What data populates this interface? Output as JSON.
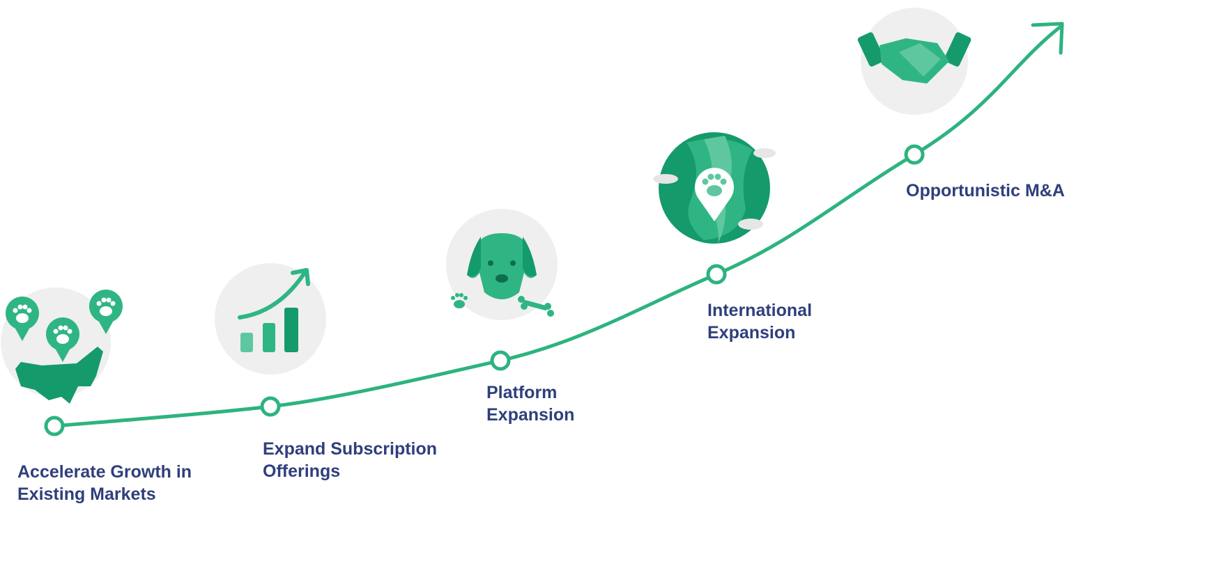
{
  "colors": {
    "line": "#2db37f",
    "dark": "#159a6b",
    "mid": "#2fb583",
    "light": "#5fc7a0",
    "circle": "#efefef",
    "text": "#2f3f7c"
  },
  "steps": [
    {
      "icon": "us-map-paw-pins-icon",
      "lines": [
        "Accelerate Growth in",
        "Existing Markets"
      ]
    },
    {
      "icon": "growth-chart-icon",
      "lines": [
        "Expand Subscription",
        "Offerings"
      ]
    },
    {
      "icon": "dog-face-icon",
      "lines": [
        "Platform",
        "Expansion"
      ]
    },
    {
      "icon": "globe-paw-pin-icon",
      "lines": [
        "International",
        "Expansion"
      ]
    },
    {
      "icon": "handshake-icon",
      "lines": [
        "Opportunistic M&A"
      ]
    }
  ]
}
